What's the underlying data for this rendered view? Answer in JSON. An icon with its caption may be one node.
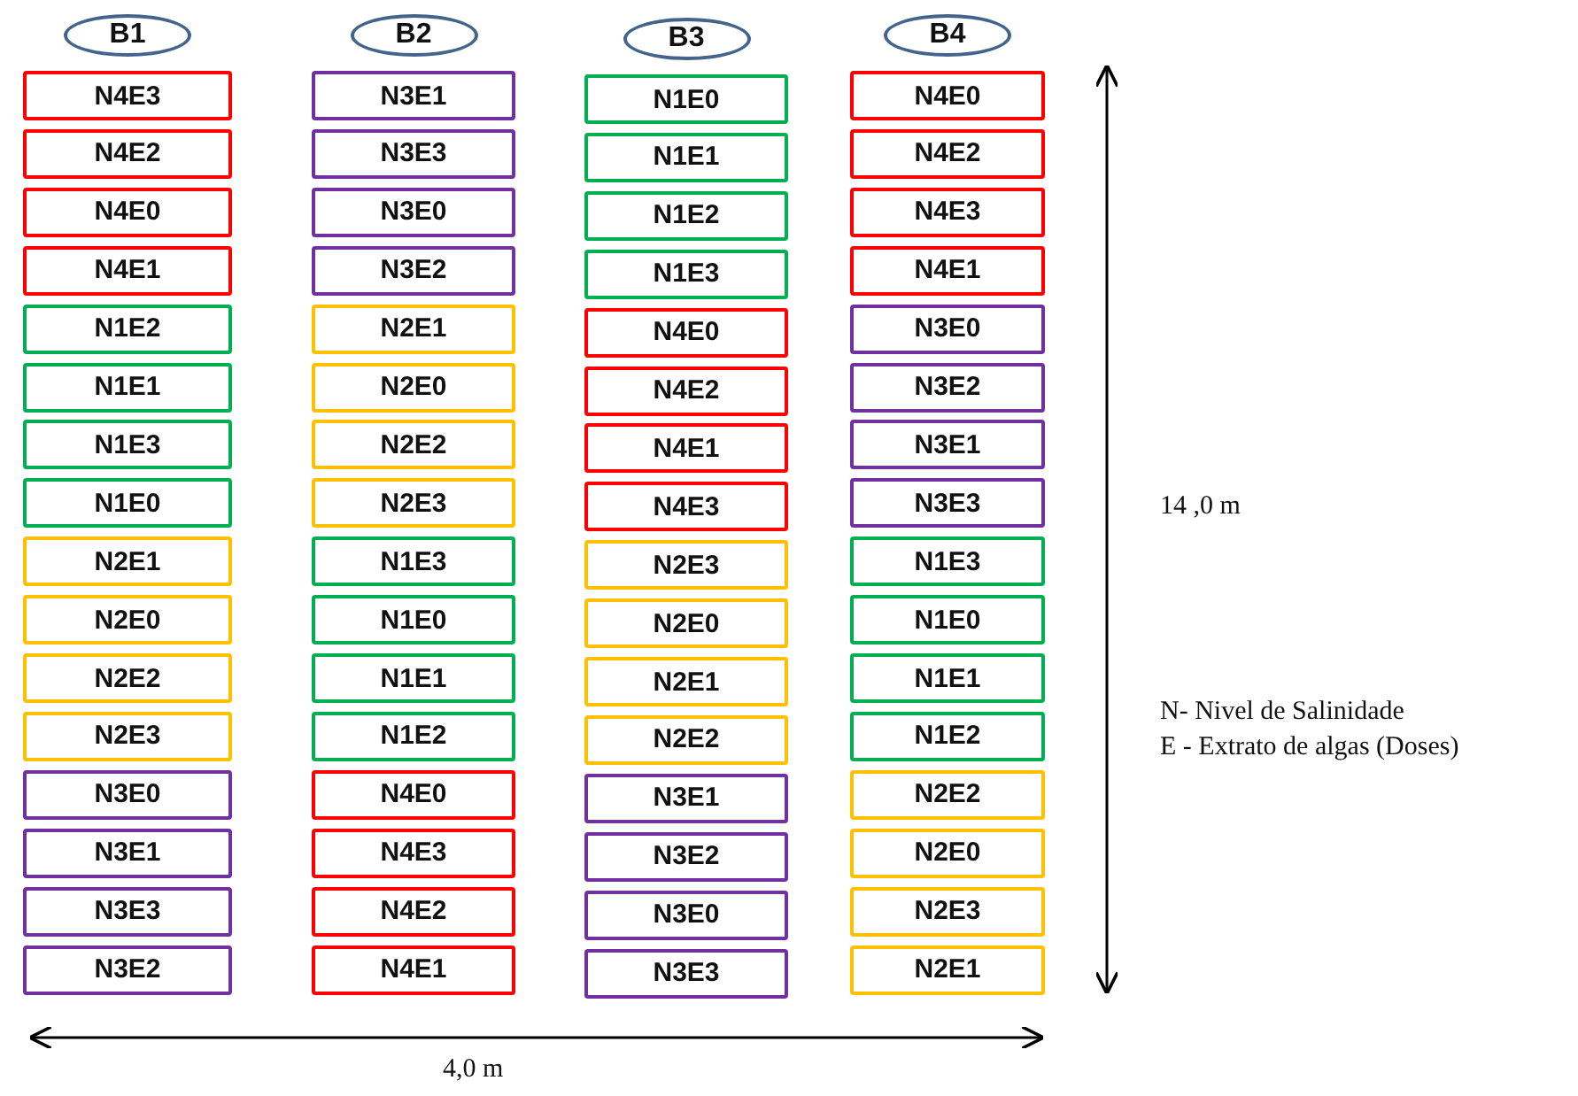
{
  "diagram": {
    "nodes": [
      {
        "text": [
          "B1"
        ]
      },
      {
        "text": [
          "N4E3"
        ]
      },
      {
        "text": [
          "N4E2"
        ]
      },
      {
        "text": [
          "N4E0"
        ]
      },
      {
        "text": [
          "N4E1"
        ]
      },
      {
        "text": [
          "N1E2"
        ]
      },
      {
        "text": [
          "N1E1"
        ]
      },
      {
        "text": [
          "N1E3"
        ]
      },
      {
        "text": [
          "N1E0"
        ]
      },
      {
        "text": [
          "N2E1"
        ]
      },
      {
        "text": [
          "N2E0"
        ]
      },
      {
        "text": [
          "N2E2"
        ]
      },
      {
        "text": [
          "N2E3"
        ]
      },
      {
        "text": [
          "N3E0"
        ]
      },
      {
        "text": [
          "N3E1"
        ]
      },
      {
        "text": [
          "N3E3"
        ]
      },
      {
        "text": [
          "N3E2"
        ]
      },
      {
        "text": [
          "B2"
        ]
      },
      {
        "text": [
          "N3E1"
        ]
      },
      {
        "text": [
          "N3E3"
        ]
      },
      {
        "text": [
          "N3E0"
        ]
      },
      {
        "text": [
          "N3E2"
        ]
      },
      {
        "text": [
          "N2E1"
        ]
      },
      {
        "text": [
          "N2E0"
        ]
      },
      {
        "text": [
          "N2E2"
        ]
      },
      {
        "text": [
          "N2E3"
        ]
      },
      {
        "text": [
          "N1E3"
        ]
      },
      {
        "text": [
          "N1E0"
        ]
      },
      {
        "text": [
          "N1E1"
        ]
      },
      {
        "text": [
          "N1E2"
        ]
      },
      {
        "text": [
          "N4E0"
        ]
      },
      {
        "text": [
          "N4E3"
        ]
      },
      {
        "text": [
          "N4E2"
        ]
      },
      {
        "text": [
          "N4E1"
        ]
      },
      {
        "text": [
          "B3"
        ]
      },
      {
        "text": [
          "N1E0"
        ]
      },
      {
        "text": [
          "N1E1"
        ]
      },
      {
        "text": [
          "N1E2"
        ]
      },
      {
        "text": [
          "N1E3"
        ]
      },
      {
        "text": [
          "N4E0"
        ]
      },
      {
        "text": [
          "N4E2"
        ]
      },
      {
        "text": [
          "N4E1"
        ]
      },
      {
        "text": [
          "N4E3"
        ]
      },
      {
        "text": [
          "N2E3"
        ]
      },
      {
        "text": [
          "N2E0"
        ]
      },
      {
        "text": [
          "N2E1"
        ]
      },
      {
        "text": [
          "N2E2"
        ]
      },
      {
        "text": [
          "N3E1"
        ]
      },
      {
        "text": [
          "N3E2"
        ]
      },
      {
        "text": [
          "N3E0"
        ]
      },
      {
        "text": [
          "N3E3"
        ]
      },
      {
        "text": [
          "B4"
        ]
      },
      {
        "text": [
          "N4E0"
        ]
      },
      {
        "text": [
          "N4E2"
        ]
      },
      {
        "text": [
          "N4E3"
        ]
      },
      {
        "text": [
          "N4E1"
        ]
      },
      {
        "text": [
          "N3E0"
        ]
      },
      {
        "text": [
          "N3E2"
        ]
      },
      {
        "text": [
          "N3E1"
        ]
      },
      {
        "text": [
          "N3E3"
        ]
      },
      {
        "text": [
          "N1E3"
        ]
      },
      {
        "text": [
          "N1E0"
        ]
      },
      {
        "text": [
          "N1E1"
        ]
      },
      {
        "text": [
          "N1E2"
        ]
      },
      {
        "text": [
          "N2E2"
        ]
      },
      {
        "text": [
          "N2E0"
        ]
      },
      {
        "text": [
          "N2E3"
        ]
      },
      {
        "text": [
          "N2E1"
        ]
      }
    ],
    "labels": [
      "14 ,0 m",
      "N- Nivel de Salinidade",
      "E - Extrato de algas (Doses)",
      "4,0 m"
    ]
  }
}
